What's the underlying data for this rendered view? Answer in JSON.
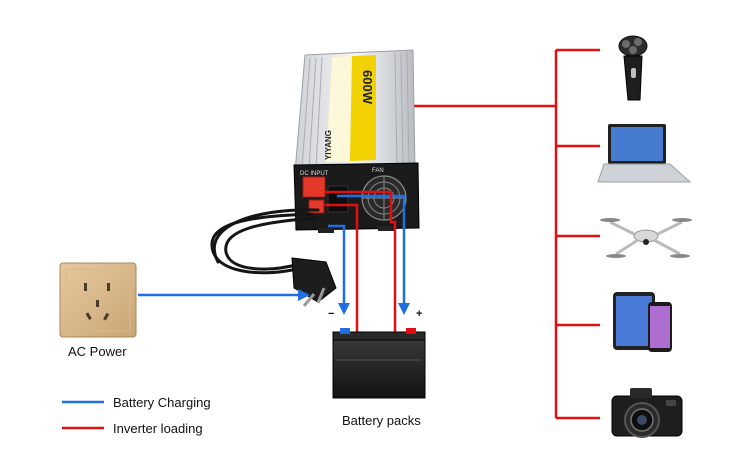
{
  "labels": {
    "ac_power": "AC Power",
    "battery_packs": "Battery packs",
    "legend_charging": "Battery Charging",
    "legend_loading": "Inverter loading",
    "minus": "−",
    "plus": "+"
  },
  "inverter": {
    "rating": "600W",
    "brand": "YIYANG",
    "dc_input_label": "DC INPUT",
    "fan_label": "FAN"
  },
  "devices": [
    "shaver-icon",
    "laptop-icon",
    "drone-icon",
    "tablet-phone-icon",
    "camera-icon"
  ],
  "colors": {
    "charging": "#1f6fe0",
    "loading": "#e01010",
    "inverter_label": "#f2d200"
  }
}
